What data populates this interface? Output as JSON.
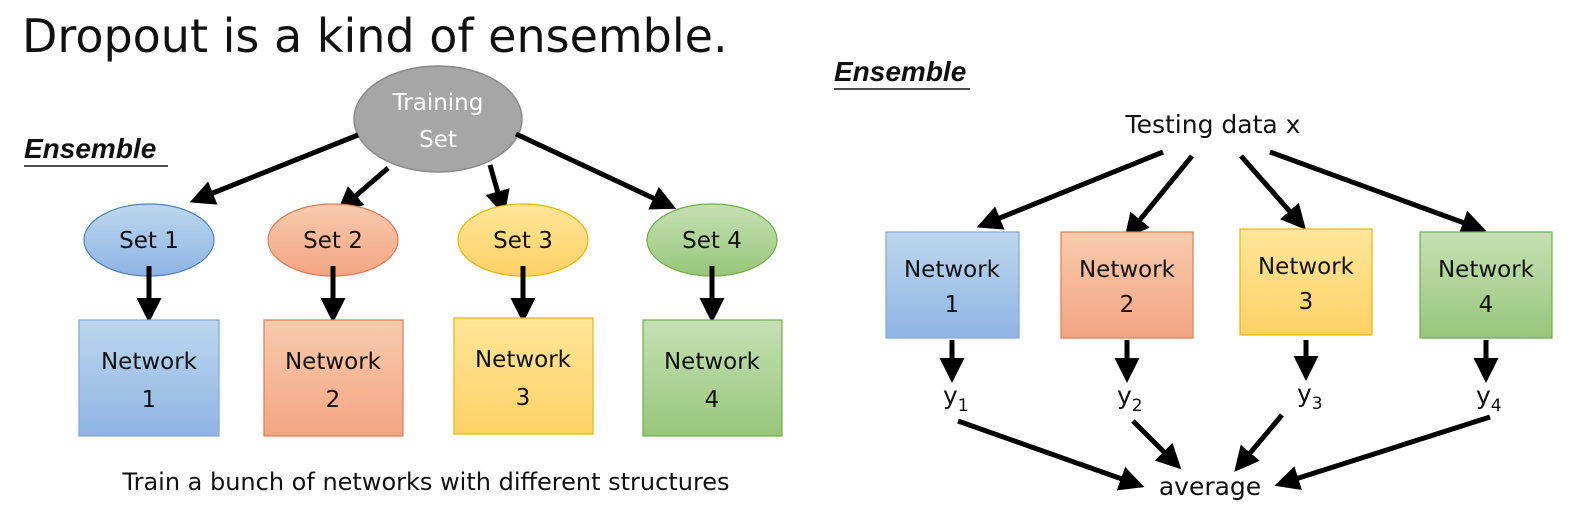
{
  "title": "Dropout is a kind of ensemble.",
  "left": {
    "heading": "Ensemble",
    "training_set": [
      "Training",
      "Set"
    ],
    "sets": [
      "Set 1",
      "Set 2",
      "Set 3",
      "Set 4"
    ],
    "networks": [
      {
        "line1": "Network",
        "line2": "1"
      },
      {
        "line1": "Network",
        "line2": "2"
      },
      {
        "line1": "Network",
        "line2": "3"
      },
      {
        "line1": "Network",
        "line2": "4"
      }
    ],
    "caption": "Train a bunch of networks with different structures"
  },
  "right": {
    "heading": "Ensemble",
    "input": "Testing data x",
    "networks": [
      {
        "line1": "Network",
        "line2": "1"
      },
      {
        "line1": "Network",
        "line2": "2"
      },
      {
        "line1": "Network",
        "line2": "3"
      },
      {
        "line1": "Network",
        "line2": "4"
      }
    ],
    "outputs": [
      {
        "base": "y",
        "sub": "1"
      },
      {
        "base": "y",
        "sub": "2"
      },
      {
        "base": "y",
        "sub": "3"
      },
      {
        "base": "y",
        "sub": "4"
      }
    ],
    "result": "average"
  },
  "colors": {
    "blue": "#9dc3e6",
    "orange": "#f4b183",
    "yellow": "#ffd966",
    "green": "#a9d18e",
    "gray": "#a6a6a6"
  }
}
